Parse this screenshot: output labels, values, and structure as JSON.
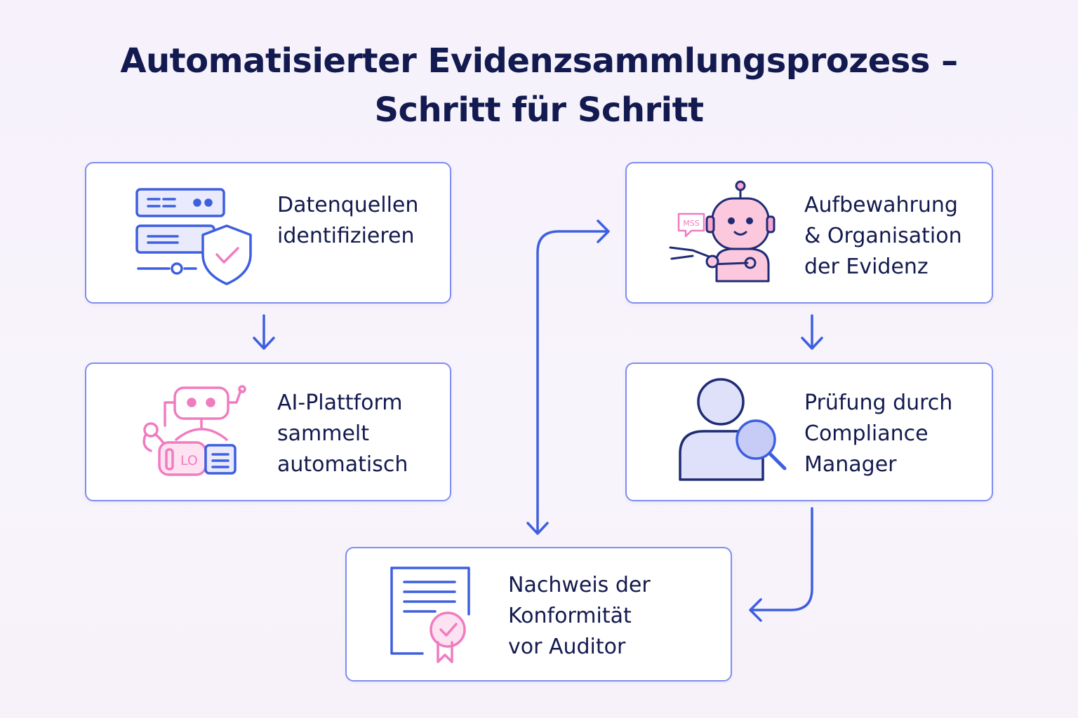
{
  "title": {
    "line1": "Automatisierter Evidenzsammlungsprozess –",
    "line2": "Schritt für Schritt"
  },
  "steps": [
    {
      "id": "datenquellen",
      "icon": "server-shield-icon",
      "lines": [
        "Datenquellen",
        "identifizieren"
      ]
    },
    {
      "id": "ai-plattform",
      "icon": "robot-data-icon",
      "icon_text": "LO",
      "lines": [
        "AI-Plattform",
        "sammelt",
        "automatisch"
      ]
    },
    {
      "id": "aufbewahrung",
      "icon": "robot-assistant-icon",
      "icon_text": "MSS",
      "lines": [
        "Aufbewahrung",
        "& Organisation",
        "der Evidenz"
      ]
    },
    {
      "id": "pruefung",
      "icon": "user-magnifier-icon",
      "lines": [
        "Prüfung durch",
        "Compliance",
        "Manager"
      ]
    },
    {
      "id": "nachweis",
      "icon": "certificate-icon",
      "lines": [
        "Nachweis der",
        "Konformität",
        "vor Auditor"
      ]
    }
  ],
  "colors": {
    "accent_blue": "#3d5fe0",
    "card_border": "#7e8cf0",
    "icon_pink": "#f07cc0",
    "title": "#121a4f"
  }
}
